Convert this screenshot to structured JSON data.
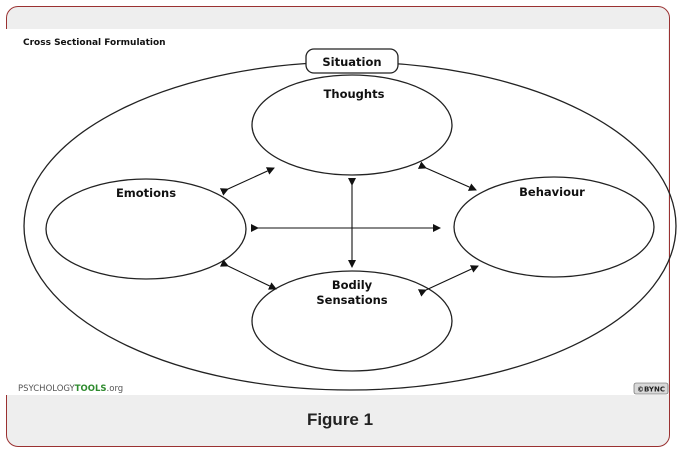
{
  "figure": {
    "title": "Cross Sectional Formulation",
    "situation": "Situation",
    "thoughts": "Thoughts",
    "emotions": "Emotions",
    "behaviour": "Behaviour",
    "bodily_line1": "Bodily",
    "bodily_line2": "Sensations",
    "brand_prefix": "PSYCHOLOGY",
    "brand_tools": "TOOLS",
    "brand_suffix": ".org",
    "license_badge": "©BYNC",
    "caption": "Figure 1"
  },
  "colors": {
    "card_border": "#9a3131",
    "card_background": "#eeeeee",
    "brand_green": "#2e8b2e"
  }
}
